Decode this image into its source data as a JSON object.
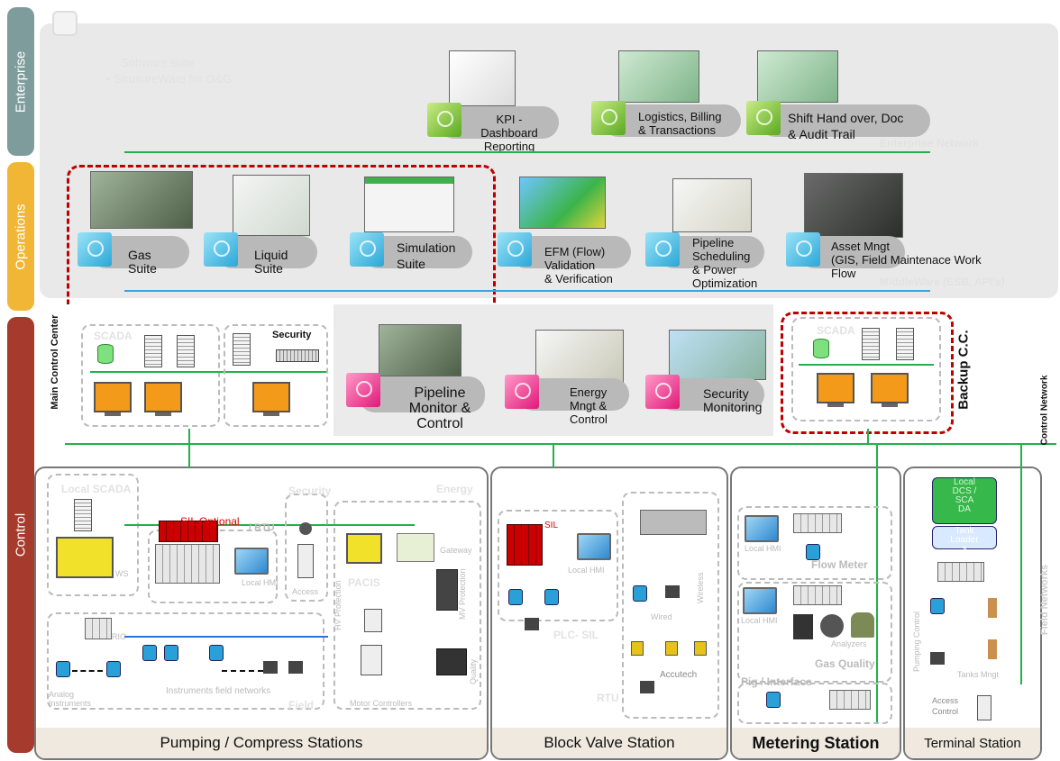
{
  "bands": {
    "enterprise": "Enterprise",
    "operations": "Operations",
    "control": "Control"
  },
  "enterprise": {
    "software_suite": "Software suite",
    "bullet": "StruxureWare for O&G",
    "network_label": "Enterprise Network",
    "apps": [
      {
        "label": "KPI -\nDashboard\nReporting"
      },
      {
        "label": "Logistics, Billing\n& Transactions"
      },
      {
        "label": "Shift Hand over, Doc\n& Audit Trail"
      }
    ]
  },
  "operations": {
    "middleware_label": "MiddleWare (ESB, API's)",
    "apps": [
      {
        "label": "Gas\nSuite"
      },
      {
        "label": "Liquid\nSuite"
      },
      {
        "label": "Simulation\nSuite"
      },
      {
        "label": "EFM (Flow)\nValidation\n& Verification"
      },
      {
        "label": "Pipeline\nScheduling\n& Power\nOptimization"
      },
      {
        "label": "Asset  Mngt\n(GIS, Field Maintenace Work\nFlow"
      }
    ]
  },
  "control_center": {
    "main_label": "Main Control Center",
    "backup_label": "Backup C.C.",
    "scada": "SCADA",
    "security": "Security",
    "backup_scada": "SCADA",
    "apps": [
      {
        "label": "Pipeline\nMonitor &\nControl"
      },
      {
        "label": "Energy\nMngt &\nControl"
      },
      {
        "label": "Security\nMonitoring"
      }
    ]
  },
  "network_labels": {
    "control": "Control  Network",
    "field": "Field  Networks"
  },
  "pumping": {
    "title": "Pumping / Compress Stations",
    "local_scada": "Local SCADA",
    "ws": "WS",
    "sil_optional": "SIL Optional",
    "rtu": "/ RTU",
    "local_hmi": "Local HMI",
    "security": "Security",
    "access": "Access",
    "energy": "Energy",
    "gateway": "Gateway",
    "pacis": "PACIS",
    "hv_protection": "HV Protection",
    "mv_protection": "MV Protection",
    "rio": "RIO",
    "analog": "Analog\nInstruments",
    "instruments": "Instruments field networks",
    "field": "Field",
    "motor": "Motor Controllers",
    "quality": "Quality"
  },
  "block_valve": {
    "title": "Block Valve Station",
    "sil": "SIL",
    "local_hmi": "Local HMI",
    "plc_sil": "PLC- SIL",
    "wired": "Wired",
    "wireless": "Wireless",
    "accutech": "Accutech",
    "rtu": "RTU"
  },
  "metering": {
    "title": "Metering Station",
    "local_hmi_1": "Local HMI",
    "flow_meter": "Flow Meter",
    "local_hmi_2": "Local HMI",
    "analyzers": "Analyzers",
    "gas_quality": "Gas Quality",
    "pig": "Pig / Interface"
  },
  "terminal": {
    "title": "Terminal Station",
    "local_dcs": "Local\nDCS /\nSCA\nDA",
    "tank_loader": "Tank\nLoader\ns",
    "pumping_control": "Pumping Control",
    "tanks_mngt": "Tanks Mngt",
    "access_control": "Access\nControl"
  }
}
